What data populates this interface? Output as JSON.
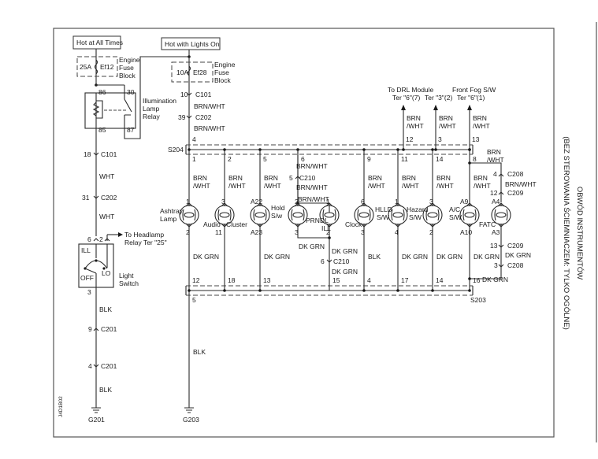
{
  "diagram": {
    "title_line1": "OBWÓD INSTRUMENTÓW",
    "title_line2": "(BEZ STEROWANIA ŚCIEMNIACZEM: TYLKO OGÓLNE)",
    "drawing_id": "J4D1B02",
    "power_sources": {
      "hot_at_all_times": "Hot at All Times",
      "hot_with_lights_on": "Hot with Lights On"
    },
    "fuses": [
      {
        "rating": "25A",
        "id": "Ef12",
        "block": [
          "Engine",
          "Fuse",
          "Block"
        ]
      },
      {
        "rating": "10A",
        "id": "Ef28",
        "block": [
          "Engine",
          "Fuse",
          "Block"
        ]
      }
    ],
    "relay": {
      "name": [
        "Illumination",
        "Lamp",
        "Relay"
      ],
      "pins": [
        "86",
        "30",
        "85",
        "87"
      ]
    },
    "light_switch": {
      "name": [
        "Light",
        "Switch"
      ],
      "positions": [
        "ILL",
        "OFF",
        "LO"
      ],
      "pins": [
        "6",
        "2",
        "3"
      ],
      "to_headlamp": [
        "To Headlamp",
        "Relay Ter \"25\""
      ]
    },
    "left_circuit": {
      "c101": {
        "pin": "18",
        "name": "C101"
      },
      "wire1": "WHT",
      "c202": {
        "pin": "31",
        "name": "C202"
      },
      "wire2": "WHT",
      "wire3": "BLK",
      "c201a": {
        "pin": "9",
        "name": "C201"
      },
      "c201b": {
        "pin": "4",
        "name": "C201"
      },
      "wire4": "BLK",
      "ground": "G201"
    },
    "feed_circuit": {
      "c101": {
        "pin": "10",
        "name": "C101"
      },
      "wire1": "BRN/WHT",
      "c202": {
        "pin": "39",
        "name": "C202"
      },
      "wire2": "BRN/WHT",
      "splice_pin": "4"
    },
    "splices": {
      "top": "S204",
      "bottom": "S203",
      "bottom_left_pin": "5",
      "ground_wire": "BLK",
      "ground": "G203"
    },
    "outputs": [
      {
        "label": [
          "To DRL Module",
          "Ter \"6\"(7)"
        ],
        "wire": [
          "BRN",
          "/WHT"
        ],
        "pin": "12"
      },
      {
        "label": [
          "",
          "Ter \"3\"(2)"
        ],
        "wire": [
          "BRN",
          "/WHT"
        ],
        "pin": "3"
      },
      {
        "label": [
          "Front Fog S/W",
          "Ter \"6\"(1)"
        ],
        "wire": [
          "BRN",
          "/WHT"
        ],
        "pin": "13"
      }
    ],
    "branches": [
      {
        "top_pin": "1",
        "wire_top": [
          "BRN",
          "/WHT"
        ],
        "lamp_in": "1",
        "lamp_out": "2",
        "name": [
          "Ashtray",
          "Lamp"
        ],
        "wire_bottom": "DK GRN",
        "bottom_pin": "12"
      },
      {
        "top_pin": "2",
        "wire_top": [
          "BRN",
          "/WHT"
        ],
        "lamp_in": "3",
        "lamp_out": "11",
        "name": [
          "Audio",
          ""
        ],
        "wire_bottom": "",
        "bottom_pin": "18"
      },
      {
        "top_pin": "5",
        "wire_top": [
          "BRN",
          "/WHT"
        ],
        "lamp_in": "A22",
        "lamp_out": "A23",
        "name": [
          "Cluster",
          ""
        ],
        "wire_bottom": "DK GRN",
        "bottom_pin": "13"
      },
      {
        "top_pin": "6",
        "wire_top": [
          "BRN/WHT",
          ""
        ],
        "lamp_in": "2",
        "lamp_out": "3",
        "name": [
          "Hold",
          "S/w"
        ],
        "wire_bottom": "",
        "bottom_pin": ""
      },
      {
        "top_pin": "",
        "wire_top": [
          "",
          ""
        ],
        "lamp_in": "1",
        "lamp_out": "2",
        "name": [
          "PRNDL",
          "ILL"
        ],
        "wire_bottom": "DK GRN",
        "bottom_pin": "15"
      },
      {
        "top_pin": "9",
        "wire_top": [
          "BRN",
          "/WHT"
        ],
        "lamp_in": "6",
        "lamp_out": "3",
        "name": [
          "Clock",
          ""
        ],
        "wire_bottom": "BLK",
        "bottom_pin": "4"
      },
      {
        "top_pin": "11",
        "wire_top": [
          "BRN",
          "/WHT"
        ],
        "lamp_in": "1",
        "lamp_out": "4",
        "name": [
          "HLLD",
          "S/W"
        ],
        "wire_bottom": "DK GRN",
        "bottom_pin": "17"
      },
      {
        "top_pin": "14",
        "wire_top": [
          "BRN",
          "/WHT"
        ],
        "lamp_in": "3",
        "lamp_out": "2",
        "name": [
          "Hazard",
          "S/W"
        ],
        "wire_bottom": "DK GRN",
        "bottom_pin": "14"
      },
      {
        "top_pin": "8",
        "wire_top": [
          "BRN",
          "/WHT"
        ],
        "lamp_in": "A9",
        "lamp_out": "A10",
        "name": [
          "A/C",
          "S/W"
        ],
        "wire_bottom": "DK GRN",
        "bottom_pin": "16"
      },
      {
        "top_pin": "",
        "wire_top": [
          "",
          ""
        ],
        "lamp_in": "A4",
        "lamp_out": "A3",
        "name": [
          "FATC",
          ""
        ],
        "wire_bottom": "",
        "bottom_pin": ""
      }
    ],
    "prndl_sub": {
      "c210_top": {
        "pin": "5",
        "name": "C210"
      },
      "wire_a": "BRN/WHT",
      "wire_b": "BRN/WHT",
      "wire_c": "BRN/WHT",
      "wire_d": "DK GRN",
      "wire_e": "DK GRN",
      "c210_bot": {
        "pin": "6",
        "name": "C210"
      },
      "wire_f": "DK GRN"
    },
    "fatc_sub": {
      "wire_a": [
        "BRN",
        "/WHT"
      ],
      "c208_top": {
        "pin": "4",
        "name": "C208"
      },
      "wire_b": "BRN/WHT",
      "c209_top": {
        "pin": "12",
        "name": "C209"
      },
      "c209_bot": {
        "pin": "13",
        "name": "C209"
      },
      "wire_c": "DK GRN",
      "c208_bot": {
        "pin": "3",
        "name": "C208"
      },
      "wire_d": "DK GRN"
    }
  }
}
